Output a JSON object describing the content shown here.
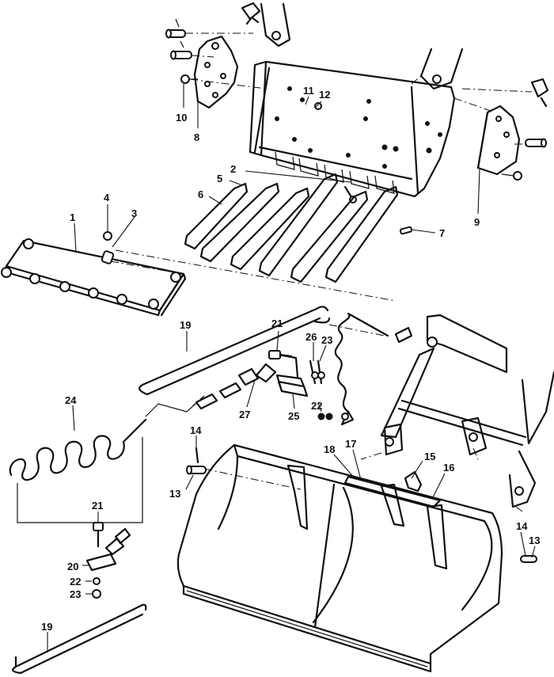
{
  "callouts": [
    {
      "id": "1",
      "text": "1"
    },
    {
      "id": "2",
      "text": "2"
    },
    {
      "id": "3",
      "text": "3"
    },
    {
      "id": "4",
      "text": "4"
    },
    {
      "id": "5",
      "text": "5"
    },
    {
      "id": "6",
      "text": "6"
    },
    {
      "id": "7",
      "text": "7"
    },
    {
      "id": "8",
      "text": "8"
    },
    {
      "id": "9",
      "text": "9"
    },
    {
      "id": "10",
      "text": "10"
    },
    {
      "id": "11",
      "text": "11"
    },
    {
      "id": "12",
      "text": "12"
    },
    {
      "id": "13a",
      "text": "13"
    },
    {
      "id": "13b",
      "text": "13"
    },
    {
      "id": "14a",
      "text": "14"
    },
    {
      "id": "14b",
      "text": "14"
    },
    {
      "id": "15",
      "text": "15"
    },
    {
      "id": "16",
      "text": "16"
    },
    {
      "id": "17",
      "text": "17"
    },
    {
      "id": "18",
      "text": "18"
    },
    {
      "id": "19a",
      "text": "19"
    },
    {
      "id": "19b",
      "text": "19"
    },
    {
      "id": "20",
      "text": "20"
    },
    {
      "id": "21a",
      "text": "21"
    },
    {
      "id": "21b",
      "text": "21"
    },
    {
      "id": "22a",
      "text": "22"
    },
    {
      "id": "22b",
      "text": "22"
    },
    {
      "id": "23a",
      "text": "23"
    },
    {
      "id": "23b",
      "text": "23"
    },
    {
      "id": "24",
      "text": "24"
    },
    {
      "id": "25",
      "text": "25"
    },
    {
      "id": "26",
      "text": "26"
    },
    {
      "id": "27",
      "text": "27"
    }
  ]
}
